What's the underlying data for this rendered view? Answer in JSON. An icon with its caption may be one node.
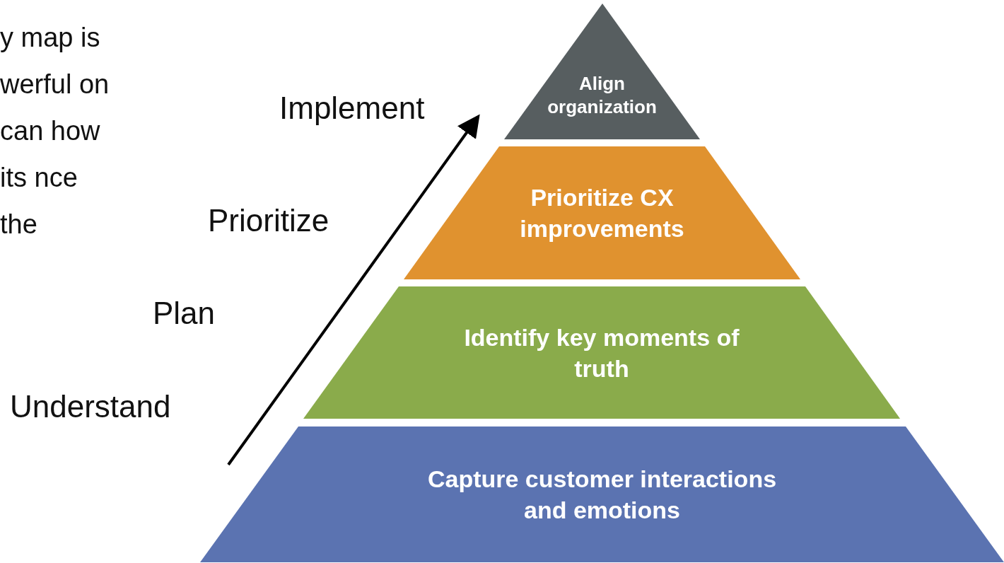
{
  "diagram": {
    "nodes": [
      {
        "text": [
          "Align organization"
        ]
      },
      {
        "text": [
          "Prioritize CX improvements"
        ]
      },
      {
        "text": [
          "Identify key moments of truth"
        ]
      },
      {
        "text": [
          "Capture customer interactions and emotions"
        ]
      }
    ],
    "labels": [
      "y map is werful on can how its nce the",
      "Implement",
      "Prioritize",
      "Plan",
      "Understand"
    ]
  }
}
